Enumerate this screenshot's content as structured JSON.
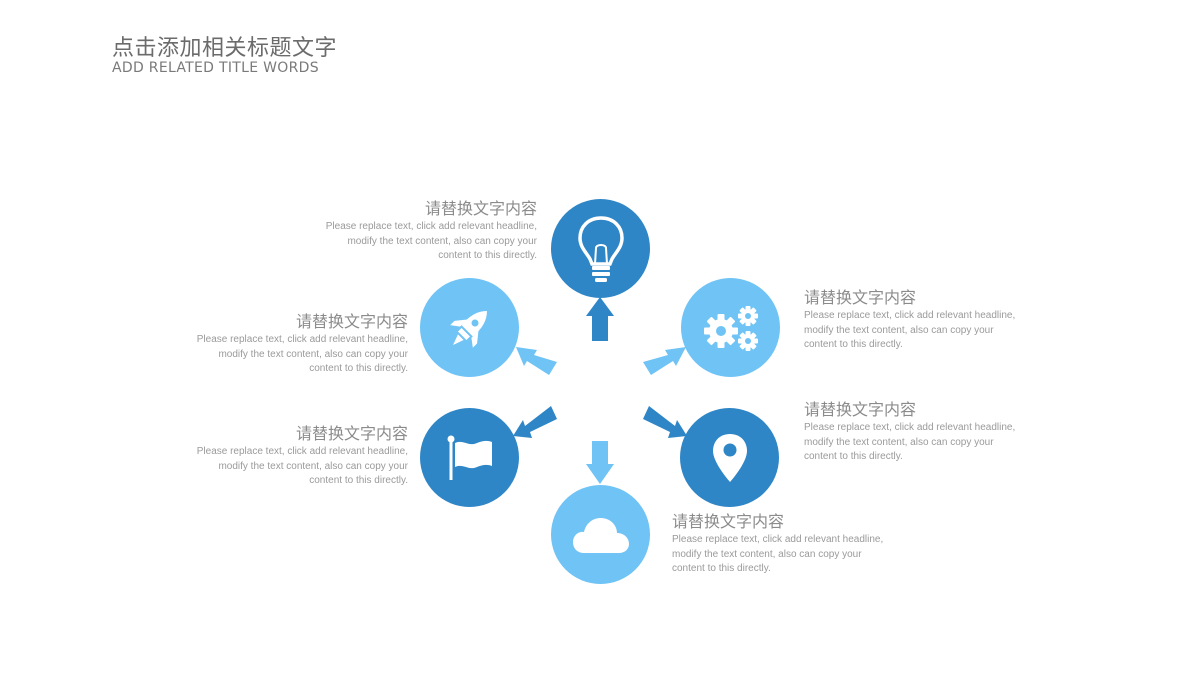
{
  "header": {
    "title": "点击添加相关标题文字",
    "subtitle": "ADD RELATED TITLE WORDS"
  },
  "colors": {
    "dark_blue": "#2e86c6",
    "light_blue": "#6fc3f5",
    "text_gray": "#8b8b8b"
  },
  "nodes": [
    {
      "icon": "lightbulb-icon",
      "heading": "请替换文字内容",
      "body": [
        "Please replace text, click add relevant headline,",
        "modify the text content, also can copy your",
        "content to this directly."
      ]
    },
    {
      "icon": "gears-icon",
      "heading": "请替换文字内容",
      "body": [
        "Please replace text, click add relevant headline,",
        "modify the text content, also can copy your",
        "content to this directly."
      ]
    },
    {
      "icon": "location-pin-icon",
      "heading": "请替换文字内容",
      "body": [
        "Please replace text, click add relevant headline,",
        "modify the text content, also can copy your",
        "content to this directly."
      ]
    },
    {
      "icon": "cloud-icon",
      "heading": "请替换文字内容",
      "body": [
        "Please replace text, click add relevant headline,",
        "modify the text content, also can copy your",
        "content to this directly."
      ]
    },
    {
      "icon": "flag-icon",
      "heading": "请替换文字内容",
      "body": [
        "Please replace text, click add relevant headline,",
        "modify the text content, also can copy your",
        "content to this directly."
      ]
    },
    {
      "icon": "rocket-icon",
      "heading": "请替换文字内容",
      "body": [
        "Please replace text, click add relevant headline,",
        "modify the text content, also can copy your",
        "content to this directly."
      ]
    }
  ]
}
